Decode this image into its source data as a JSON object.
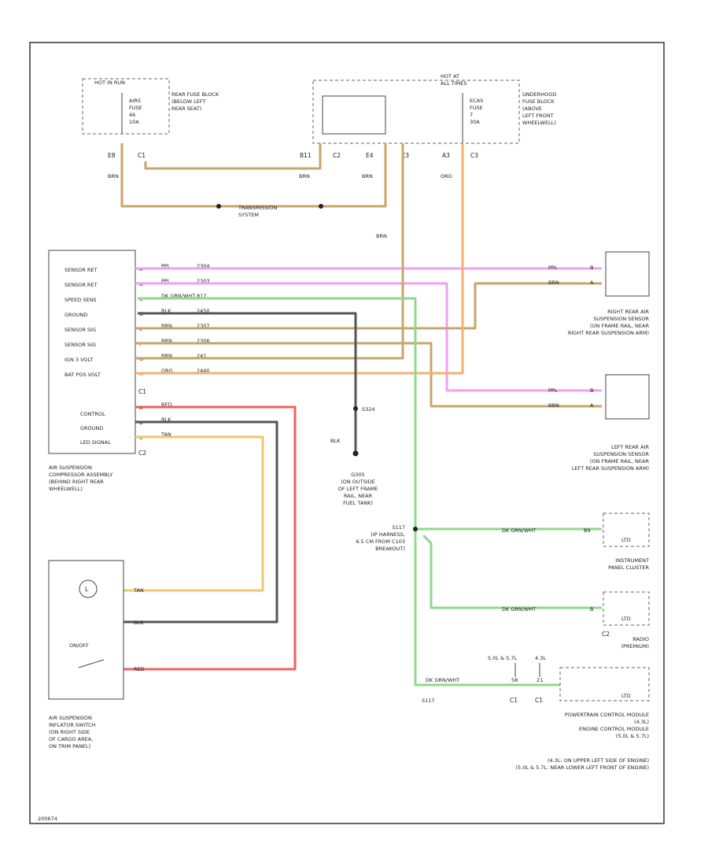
{
  "colors": {
    "ppl": "#f0a0f0",
    "brn": "#c8a56a",
    "dk_grn_wht": "#8fd88f",
    "blk": "#555555",
    "org": "#f5b070",
    "red": "#f06060",
    "tan": "#ecc870",
    "frame": "#333333"
  },
  "fuses": {
    "rear_block_top": "HOT IN RUN",
    "rear_fuse": "AIRS\nFUSE\n46\n10A",
    "rear_block_label": "REAR FUSE BLOCK\n(BELOW LEFT\nREAR SEAT)",
    "underhood_top": "HOT AT\nALL TIMES",
    "underhood_fuse": "ECAS\nFUSE\n7\n30A",
    "underhood_label": "UNDERHOOD\nFUSE BLOCK\n(ABOVE\nLEFT FRONT\nWHEELWELL)"
  },
  "connectors": {
    "e8": "E8",
    "c1_top": "C1",
    "b11": "B11",
    "c2_top": "C2",
    "e4": "E4",
    "c3_top": "C3",
    "a3": "A3",
    "c3_b": "C3",
    "c1": "C1",
    "c2": "C2",
    "c2_radio": "C2",
    "c1_pcm_a": "C1",
    "c1_pcm_b": "C1"
  },
  "wire_labels": {
    "brn": "BRN",
    "org": "ORG",
    "blk": "BLK",
    "ppl": "PPL",
    "red": "RED",
    "tan": "TAN",
    "dk_grn_wht": "DK GRN/WHT",
    "s117": "S117"
  },
  "splices": {
    "transmission": "TRANSMISSION\nSYSTEM",
    "s324": "S324",
    "g305": "G305\n(ON OUTSIDE\nOF LEFT FRAME\nRAIL, NEAR\nFUEL TANK)",
    "s117_loc": "S117\n(IP HARNESS,\n6.5 CM FROM C103\nBREAKOUT)"
  },
  "compressor": {
    "pins": [
      "SENSOR RET",
      "SENSOR RET",
      "SPEED SENS",
      "GROUND",
      "SENSOR SIG",
      "SENSOR SIG",
      "IGN 3 VOLT",
      "BAT POS VOLT"
    ],
    "pins2": [
      "CONTROL",
      "GROUND",
      "LED SIGNAL"
    ],
    "wires": [
      {
        "pin": "A",
        "color": "PPL",
        "circuit": "2304"
      },
      {
        "pin": "B",
        "color": "PPL",
        "circuit": "2303"
      },
      {
        "pin": "C",
        "color": "DK GRN/WHT",
        "circuit": "817"
      },
      {
        "pin": "D",
        "color": "BLK",
        "circuit": "2450"
      },
      {
        "pin": "E",
        "color": "BRN",
        "circuit": "2307"
      },
      {
        "pin": "F",
        "color": "BRN",
        "circuit": "2306"
      },
      {
        "pin": "G",
        "color": "BRN",
        "circuit": "241"
      },
      {
        "pin": "H",
        "color": "ORG",
        "circuit": "2440"
      }
    ],
    "wires2": [
      {
        "pin": "A",
        "color": "RED"
      },
      {
        "pin": "B",
        "color": "BLK"
      },
      {
        "pin": "C",
        "color": "TAN"
      }
    ],
    "label": "AIR SUSPENSION\nCOMPRESSOR ASSEMBLY\n(BEHIND RIGHT REAR\nWHEELWELL)"
  },
  "right_sensor": {
    "label": "RIGHT REAR AIR\nSUSPENSION SENSOR\n(ON FRAME RAIL, NEAR\nRIGHT REAR SUSPENSION ARM)",
    "w1": "PPL",
    "w2": "BRN",
    "p1": "B",
    "p2": "A"
  },
  "left_sensor": {
    "label": "LEFT REAR AIR\nSUSPENSION SENSOR\n(ON FRAME RAIL, NEAR\nLEFT REAR SUSPENSION ARM)",
    "w1": "PPL",
    "w2": "BRN",
    "p1": "B",
    "p2": "A"
  },
  "instrument": {
    "label": "INSTRUMENT\nPANEL CLUSTER",
    "pin": "B9",
    "led": "LTD"
  },
  "radio": {
    "label": "RADIO\n(PREMIUM)",
    "pin": "B",
    "led": "LTD"
  },
  "pcm": {
    "label": "POWERTRAIN CONTROL MODULE\n(4.3L)\nENGINE CONTROL MODULE\n(5.0L & 5.7L)",
    "label2": "(4.3L: ON UPPER LEFT SIDE OF ENGINE)\n(5.0L & 5.7L: NEAR LOWER LEFT FRONT OF ENGINE)",
    "engines_a": "5.0L & 5.7L",
    "engines_b": "4.3L",
    "pin_a": "58",
    "pin_b": "21",
    "led": "LTD"
  },
  "switch": {
    "label": "AIR SUSPENSION\nINFLATOR SWITCH\n(ON RIGHT SIDE\nOF CARGO AREA,\nON TRIM PANEL)",
    "on_off": "ON/OFF"
  },
  "footer": "200674"
}
